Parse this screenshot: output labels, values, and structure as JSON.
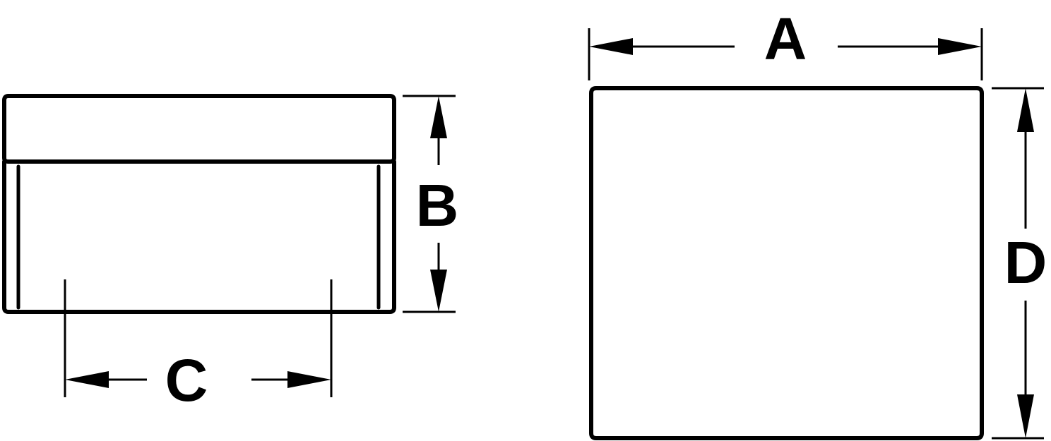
{
  "diagram": {
    "labels": {
      "a": "A",
      "b": "B",
      "c": "C",
      "d": "D"
    },
    "line_color": "#000000",
    "background_color": "#ffffff"
  }
}
